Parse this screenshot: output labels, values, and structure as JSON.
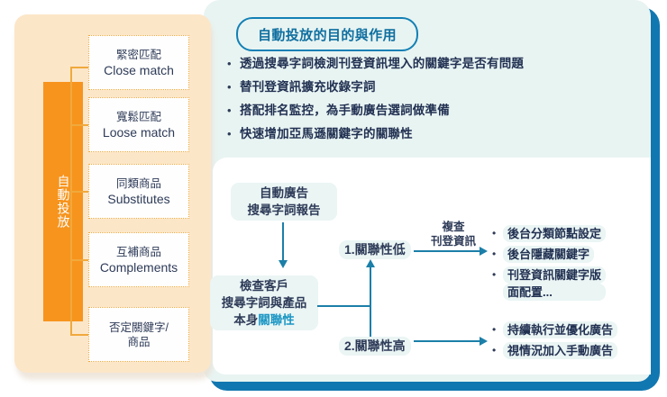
{
  "left": {
    "spine_label": "自動投放",
    "branches": [
      {
        "cn": "緊密匹配",
        "en": "Close match"
      },
      {
        "cn": "寬鬆匹配",
        "en": "Loose match"
      },
      {
        "cn": "同類商品",
        "en": "Substitutes"
      },
      {
        "cn": "互補商品",
        "en": "Complements"
      },
      {
        "cn": "否定關鍵字/",
        "en": "商品"
      }
    ]
  },
  "right": {
    "title": "自動投放的目的與作用",
    "bullet_marker": "•",
    "bullets": [
      "透過搜尋字詞檢測刊登資訊埋入的關鍵字是否有問題",
      "替刊登資訊擴充收錄字詞",
      "搭配排名監控，為手動廣告選詞做準備",
      "快速增加亞馬遜關鍵字的關聯性"
    ]
  },
  "flow": {
    "start_line1": "自動廣告",
    "start_line2": "搜尋字詞報告",
    "check_line1": "檢查客戶",
    "check_line2": "搜尋字詞與產品",
    "check_line3_prefix": "本身",
    "check_line3_highlight": "關聯性",
    "branch_low": "1.關聯性低",
    "branch_high": "2.關聯性高",
    "edge_label_line1": "複查",
    "edge_label_line2": "刊登資訊",
    "outcomes_low": [
      "後台分類節點設定",
      "後台隱藏關鍵字",
      "刊登資訊關鍵字版"
    ],
    "outcomes_low_cont": "面配置...",
    "outcomes_high": [
      "持續執行並優化廣告",
      "視情況加入手動廣告"
    ]
  },
  "colors": {
    "orange": "#f7941d",
    "orange_light": "#fce6c8",
    "orange_border": "#f0a93c",
    "teal": "#1b7fa8",
    "blue_frame": "#1177b0",
    "mint": "#e8f4f2",
    "navy_text": "#223152",
    "highlight": "#1a96c4"
  }
}
